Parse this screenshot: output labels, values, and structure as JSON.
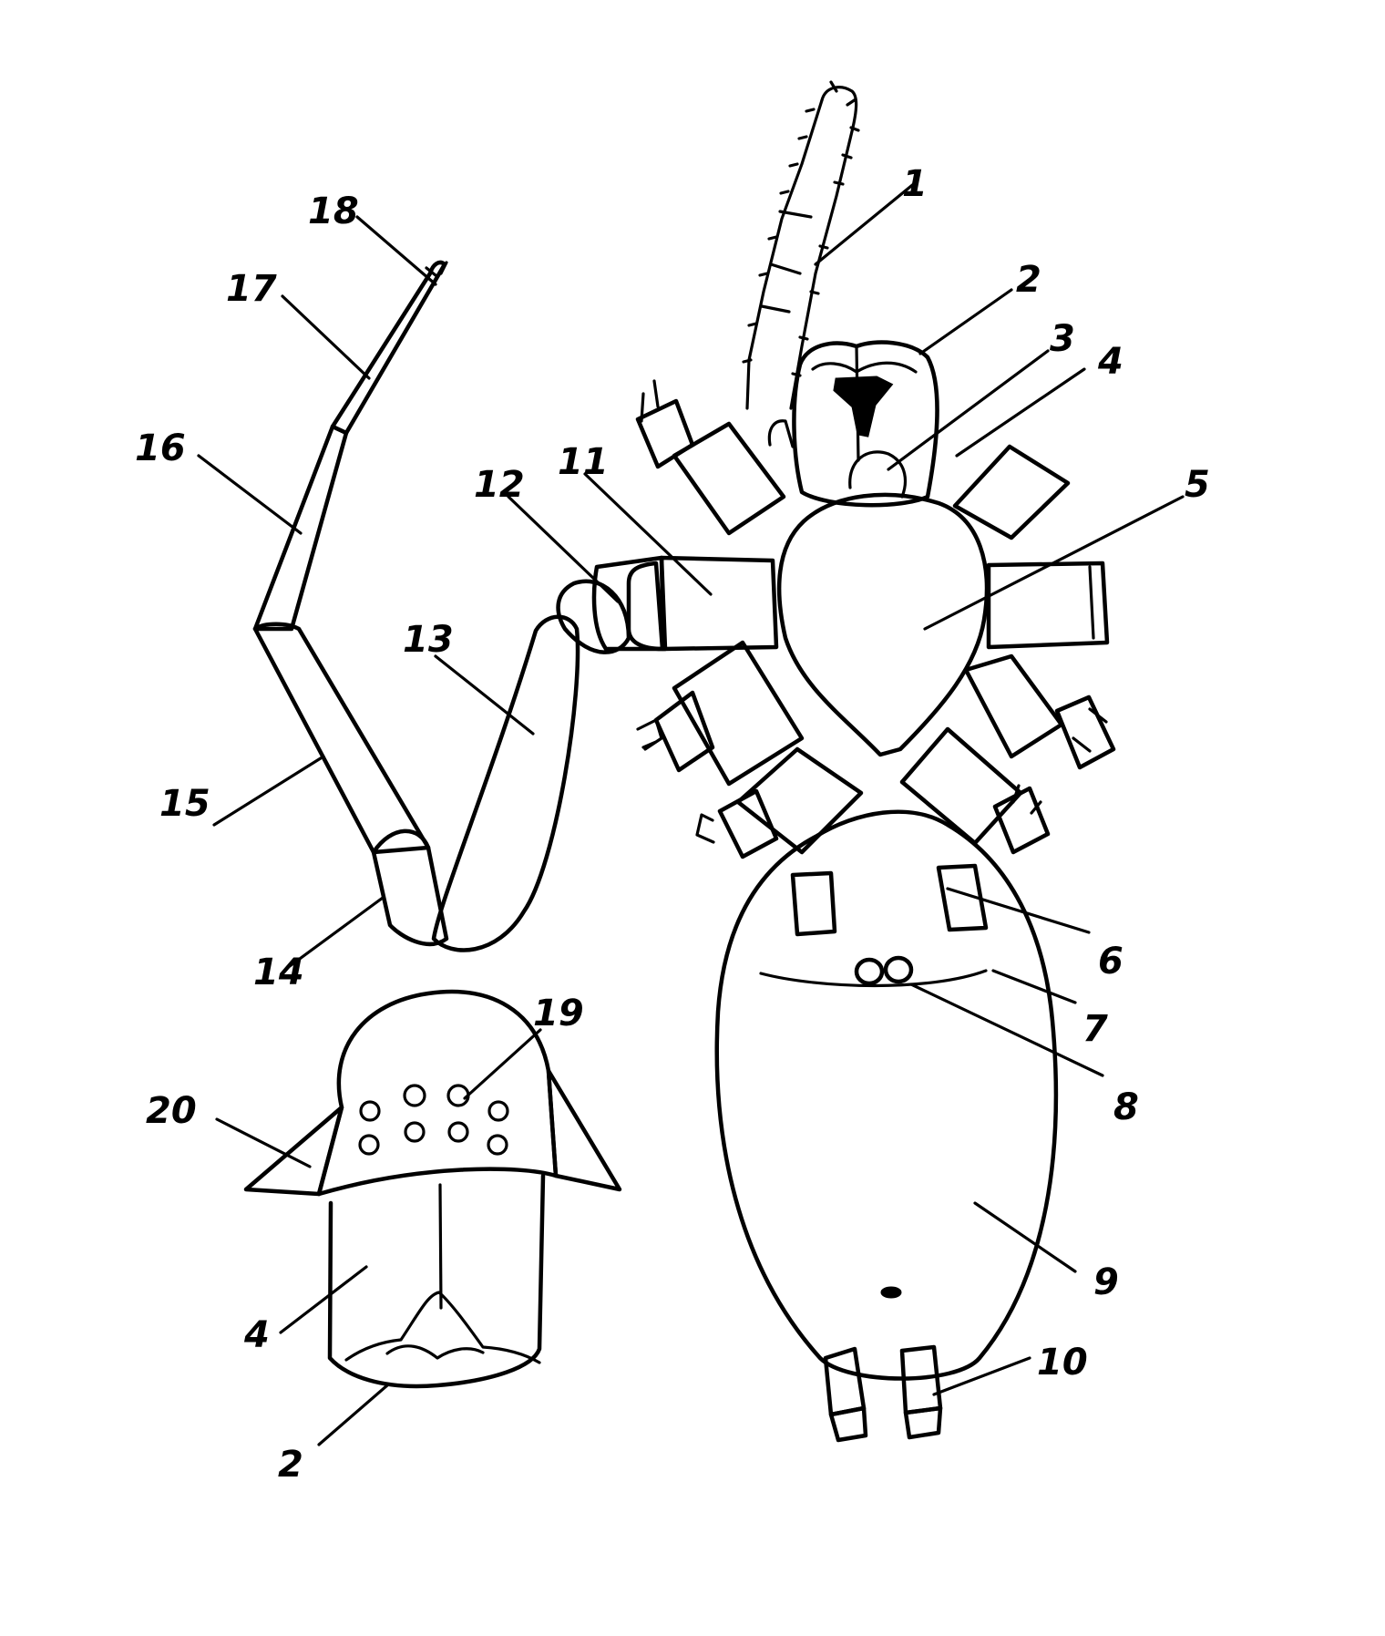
{
  "labels": {
    "l1": "1",
    "l2a": "2",
    "l3": "3",
    "l4a": "4",
    "l5": "5",
    "l6": "6",
    "l7": "7",
    "l8": "8",
    "l9": "9",
    "l10": "10",
    "l11": "11",
    "l12": "12",
    "l13": "13",
    "l14": "14",
    "l15": "15",
    "l16": "16",
    "l17": "17",
    "l18": "18",
    "l19": "19",
    "l20": "20",
    "l4b": "4",
    "l2b": "2"
  },
  "colors": {
    "ink": "#000000",
    "paper": "#ffffff"
  }
}
